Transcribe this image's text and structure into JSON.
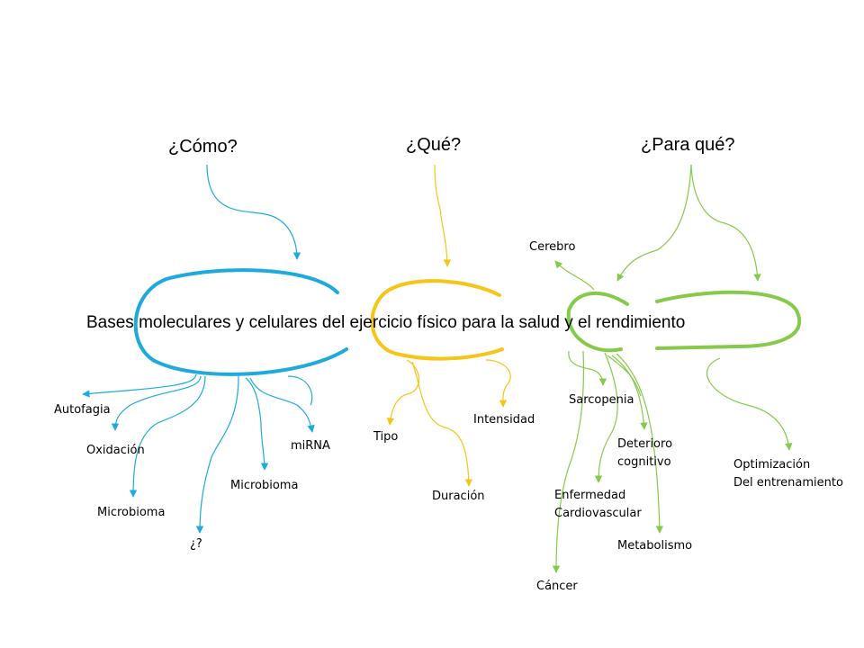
{
  "headers": {
    "como": "¿Cómo?",
    "que": "¿Qué?",
    "para_que": "¿Para qué?"
  },
  "main_title": "Bases moleculares y celulares del ejercicio físico para la salud y el rendimiento",
  "como_branch": {
    "color": "#1eaadc",
    "items": {
      "autofagia": "Autofagia",
      "oxidacion": "Oxidación",
      "microbioma_left": "Microbioma",
      "unknown": "¿?",
      "microbioma_mid": "Microbioma",
      "mirna": "miRNA"
    }
  },
  "que_branch": {
    "color": "#f5c518",
    "items": {
      "tipo": "Tipo",
      "duracion": "Duración",
      "intensidad": "Intensidad"
    }
  },
  "para_que_branch": {
    "color": "#86c94b",
    "items": {
      "cerebro": "Cerebro",
      "sarcopenia": "Sarcopenia",
      "deterioro_line1": "Deterioro",
      "deterioro_line2": "cognitivo",
      "enfermedad_line1": "Enfermedad",
      "enfermedad_line2": "Cardiovascular",
      "metabolismo": "Metabolismo",
      "cancer": "Cáncer",
      "optimizacion_line1": "Optimización",
      "optimizacion_line2": "Del entrenamiento"
    }
  }
}
